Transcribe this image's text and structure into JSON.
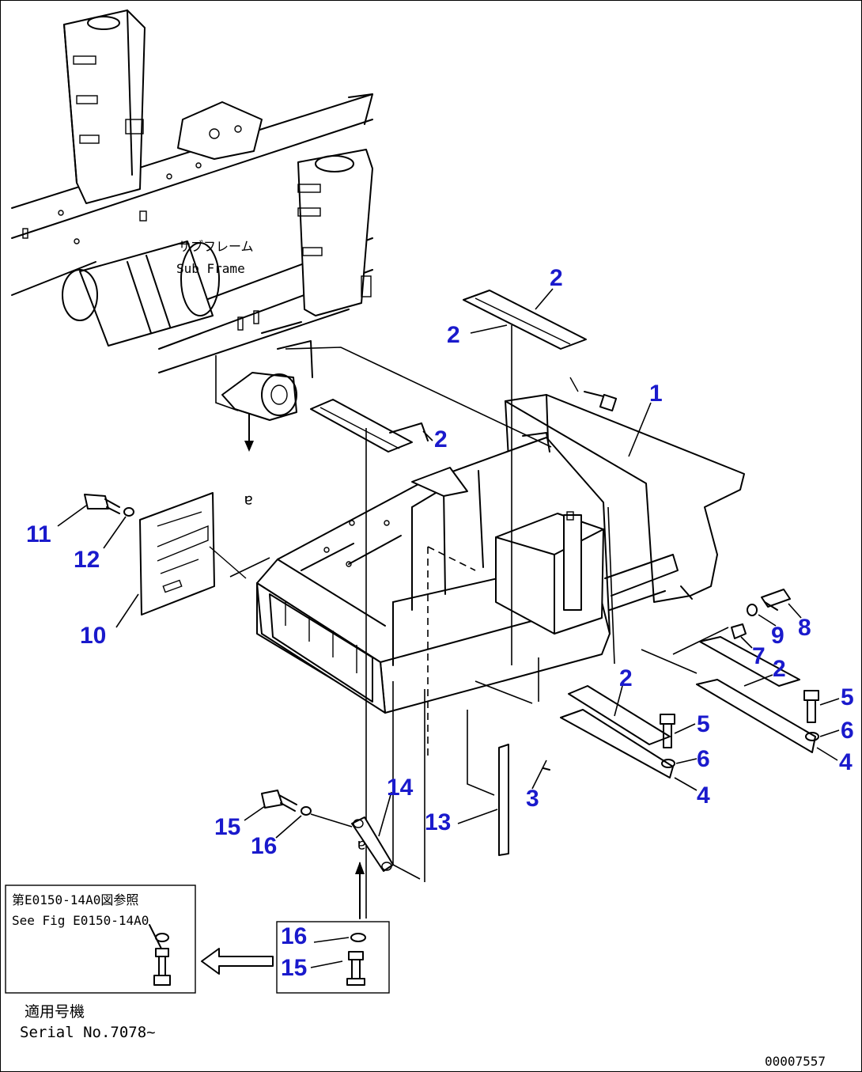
{
  "diagram": {
    "sub_frame_label_jp": "サブフレーム",
    "sub_frame_label_en": "Sub Frame",
    "view_marker": "a",
    "view_marker_alt": "a",
    "ref_box_line1": "第E0150-14A0図参照",
    "ref_box_line2": "See Fig E0150-14A0",
    "serial_label_jp": "適用号機",
    "serial_label_en": "Serial No.7078~",
    "drawing_number": "00007557",
    "callout_color": "#1a1acc",
    "callouts": [
      "1",
      "2",
      "2",
      "2",
      "2",
      "2",
      "3",
      "4",
      "4",
      "5",
      "5",
      "6",
      "6",
      "7",
      "8",
      "9",
      "10",
      "11",
      "12",
      "13",
      "14",
      "15",
      "15",
      "16",
      "16"
    ]
  }
}
